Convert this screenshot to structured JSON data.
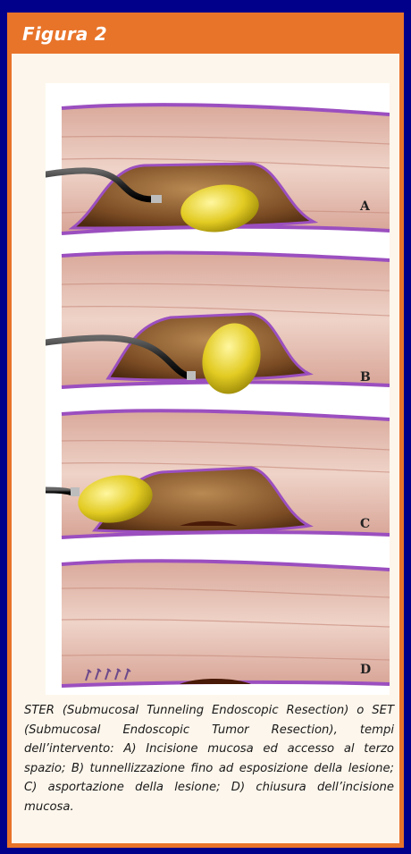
{
  "header": {
    "title": "Figura 2"
  },
  "figure": {
    "panels": [
      {
        "label": "A"
      },
      {
        "label": "B"
      },
      {
        "label": "C"
      },
      {
        "label": "D"
      }
    ]
  },
  "caption": {
    "text": "STER (Submucosal Tunneling Endoscopic Resection) o SET (Submucosal Endoscopic Tumor Resection), tempi dell’intervento: A) Incisione mucosa ed accesso al terzo spazio; B) tunnellizzazione fino ad esposizione della lesione; C) asportazione della lesione; D) chiusura dell’incisione mucosa."
  },
  "colors": {
    "frame": "#00008a",
    "header": "#e8742a",
    "tissue": "#e7c5b8",
    "mucosa": "#9b4fbf",
    "tunnel": "#8a5a2c",
    "tumor": "#d9c21a"
  }
}
